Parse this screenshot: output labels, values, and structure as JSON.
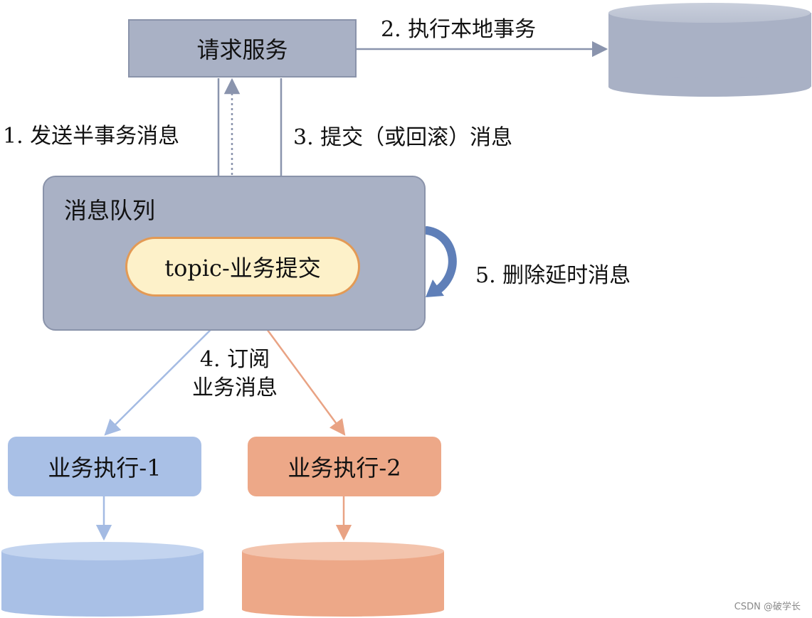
{
  "nodes": {
    "request_service": "请求服务",
    "message_queue": "消息队列",
    "topic": "topic-业务提交",
    "executor_1": "业务执行-1",
    "executor_2": "业务执行-2"
  },
  "steps": {
    "step1": "1. 发送半事务消息",
    "step2": "2. 执行本地事务",
    "step3": "3. 提交（或回滚）消息",
    "step4_line1": "4. 订阅",
    "step4_line2": "业务消息",
    "step5": "5. 删除延时消息"
  },
  "watermark": "CSDN @破学长",
  "colors": {
    "gray_node": "#a9b1c5",
    "gray_border": "#8a93aa",
    "topic_fill": "#fdf1c9",
    "topic_border": "#e39a55",
    "blue_node": "#a9c0e6",
    "orange_node": "#eda888",
    "arrow_gray": "#8a94ad",
    "arrow_blue": "#a4bbe3",
    "arrow_orange": "#e9a384",
    "curve_arrow": "#5f7fb8"
  }
}
